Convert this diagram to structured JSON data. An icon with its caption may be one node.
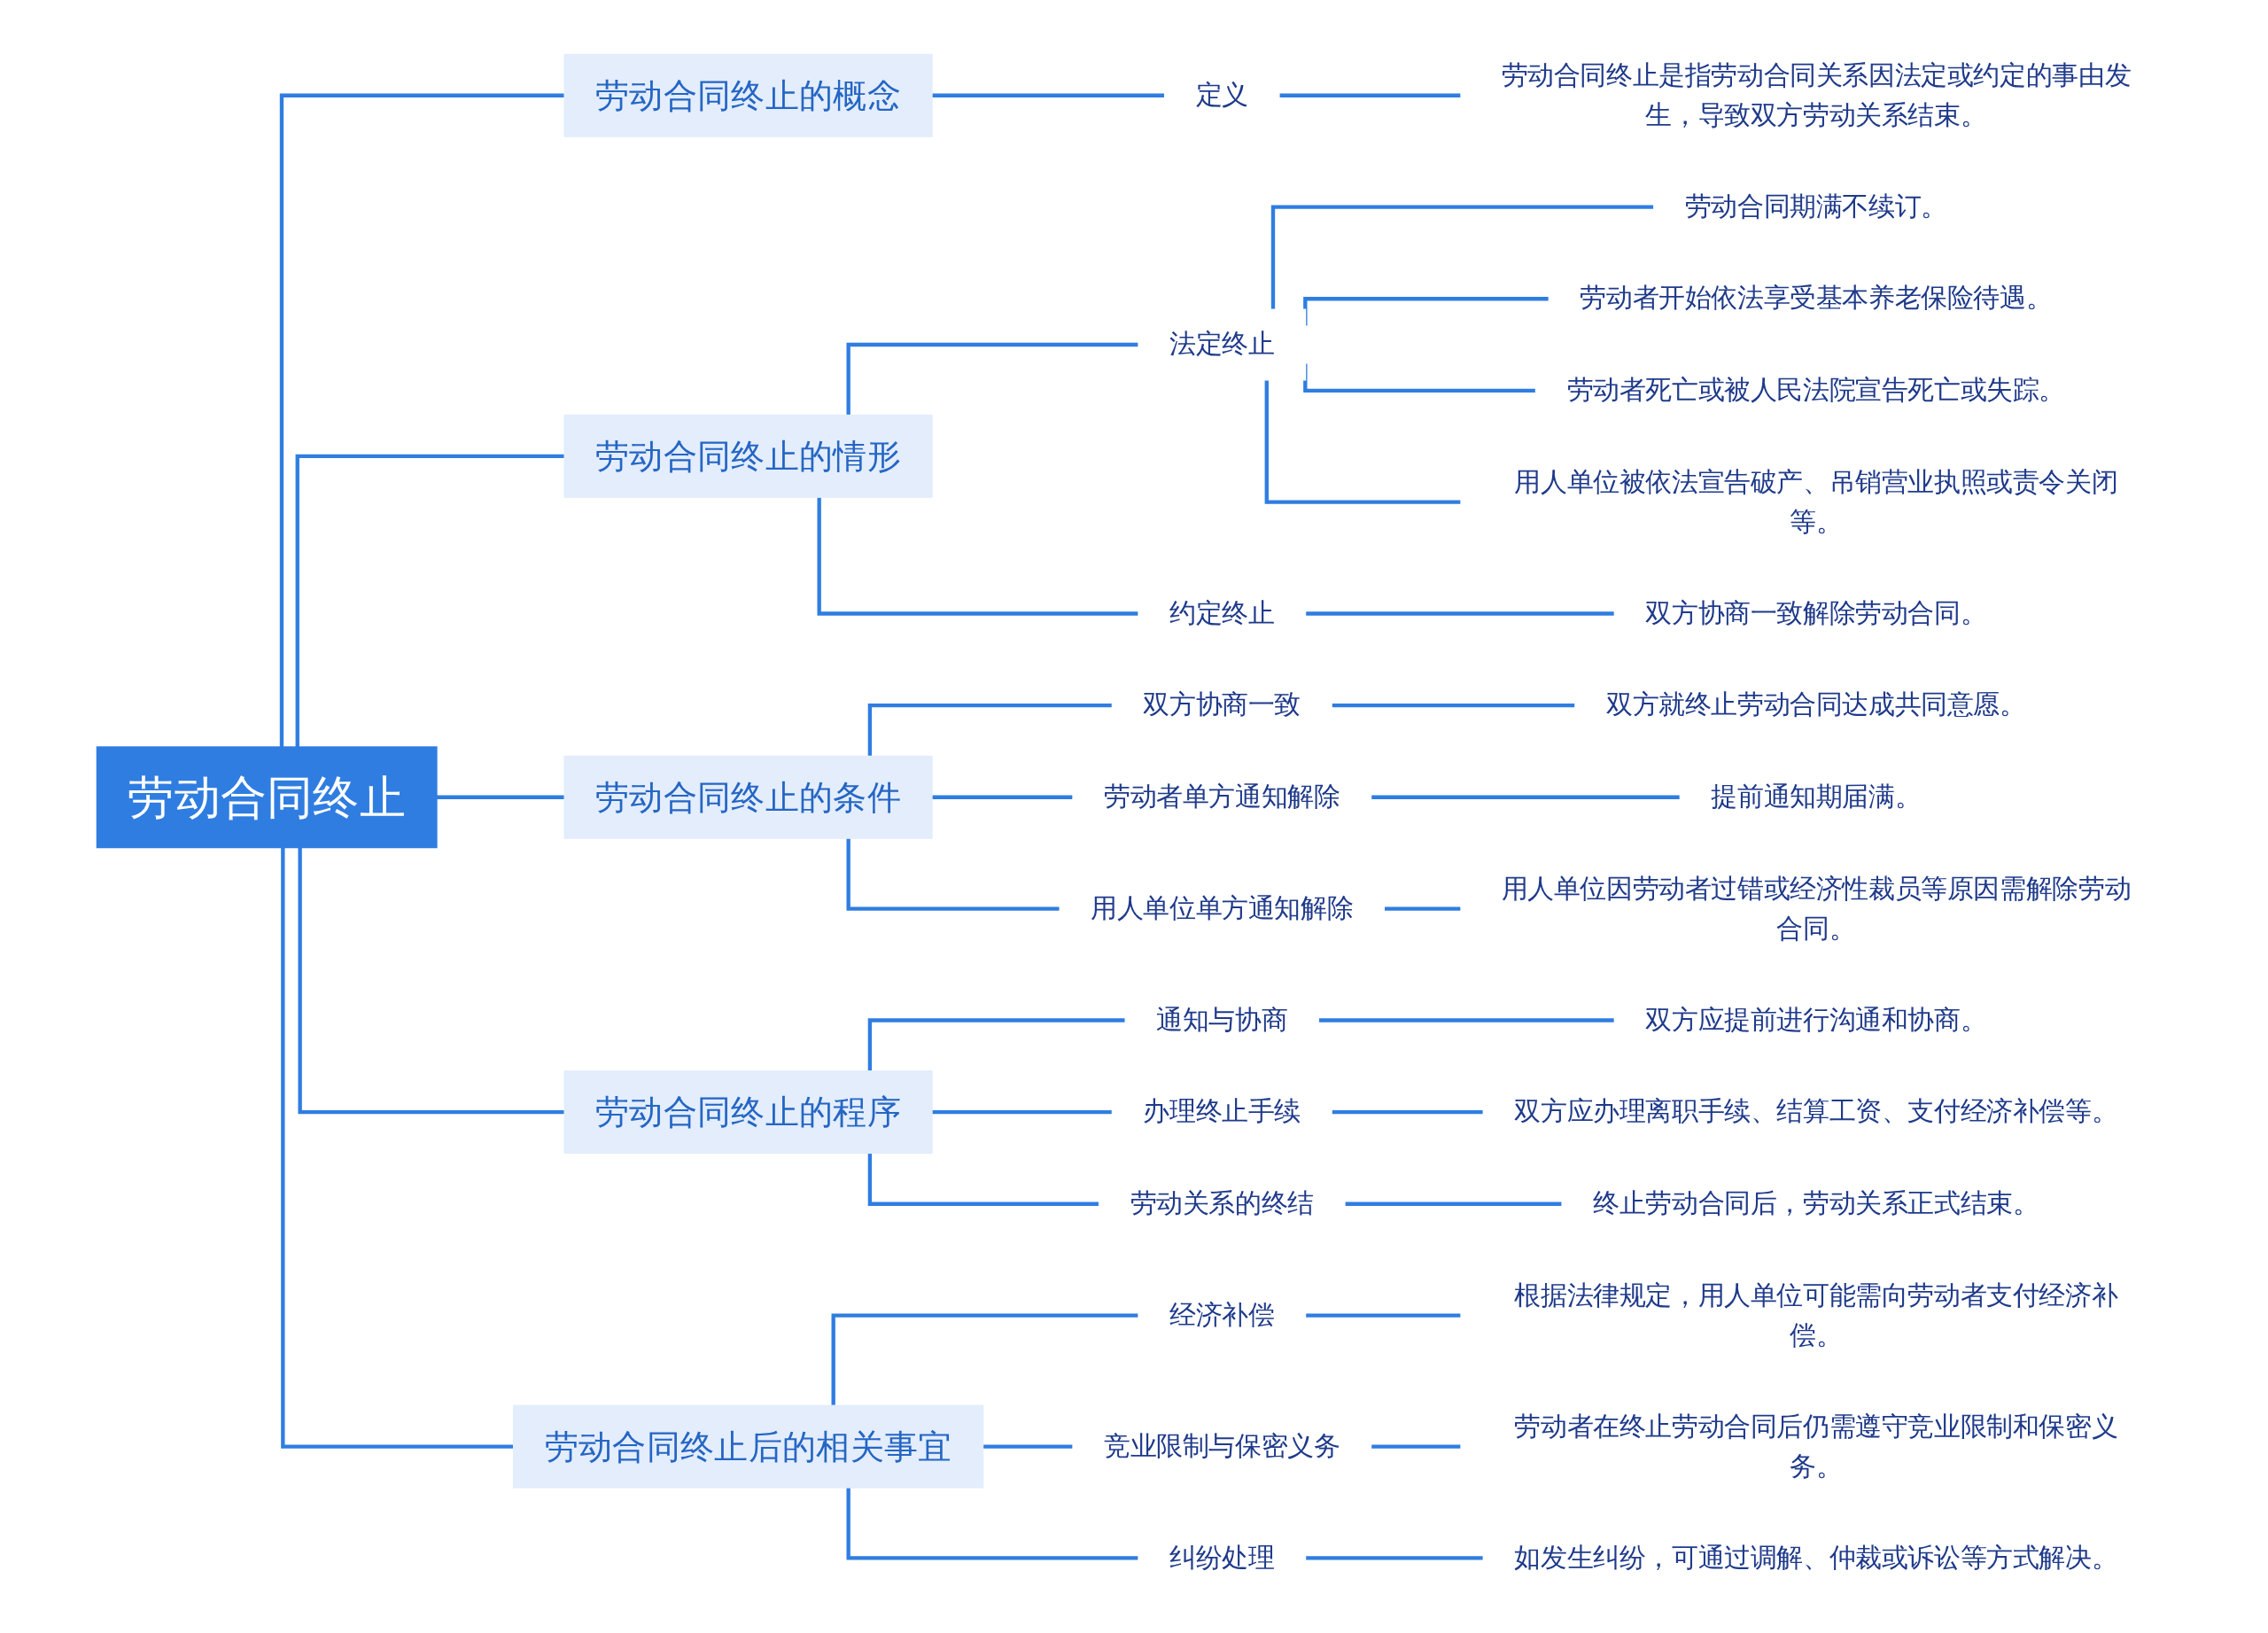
{
  "diagram": {
    "nodes": [
      {
        "text": [
          "劳动合同终止"
        ]
      },
      {
        "text": [
          "劳动合同终止的概念"
        ]
      },
      {
        "text": [
          "定义"
        ]
      },
      {
        "text": [
          "劳动合同终止是指劳动合同关系因法定或约定的事由发生，导致双方劳动关系结束。"
        ]
      },
      {
        "text": [
          "劳动合同终止的情形"
        ]
      },
      {
        "text": [
          "法定终止"
        ]
      },
      {
        "text": [
          "劳动合同期满不续订。"
        ]
      },
      {
        "text": [
          "劳动者开始依法享受基本养老保险待遇。"
        ]
      },
      {
        "text": [
          "劳动者死亡或被人民法院宣告死亡或失踪。"
        ]
      },
      {
        "text": [
          "用人单位被依法宣告破产、吊销营业执照或责令关闭等。"
        ]
      },
      {
        "text": [
          "约定终止"
        ]
      },
      {
        "text": [
          "双方协商一致解除劳动合同。"
        ]
      },
      {
        "text": [
          "劳动合同终止的条件"
        ]
      },
      {
        "text": [
          "双方协商一致"
        ]
      },
      {
        "text": [
          "双方就终止劳动合同达成共同意愿。"
        ]
      },
      {
        "text": [
          "劳动者单方通知解除"
        ]
      },
      {
        "text": [
          "提前通知期届满。"
        ]
      },
      {
        "text": [
          "用人单位单方通知解除"
        ]
      },
      {
        "text": [
          "用人单位因劳动者过错或经济性裁员等原因需解除劳动合同。"
        ]
      },
      {
        "text": [
          "劳动合同终止的程序"
        ]
      },
      {
        "text": [
          "通知与协商"
        ]
      },
      {
        "text": [
          "双方应提前进行沟通和协商。"
        ]
      },
      {
        "text": [
          "办理终止手续"
        ]
      },
      {
        "text": [
          "双方应办理离职手续、结算工资、支付经济补偿等。"
        ]
      },
      {
        "text": [
          "劳动关系的终结"
        ]
      },
      {
        "text": [
          "终止劳动合同后，劳动关系正式结束。"
        ]
      },
      {
        "text": [
          "劳动合同终止后的相关事宜"
        ]
      },
      {
        "text": [
          "经济补偿"
        ]
      },
      {
        "text": [
          "根据法律规定，用人单位可能需向劳动者支付经济补偿。"
        ]
      },
      {
        "text": [
          "竞业限制与保密义务"
        ]
      },
      {
        "text": [
          "劳动者在终止劳动合同后仍需遵守竞业限制和保密义务。"
        ]
      },
      {
        "text": [
          "纠纷处理"
        ]
      },
      {
        "text": [
          "如发生纠纷，可通过调解、仲裁或诉讼等方式解决。"
        ]
      }
    ],
    "edges": [
      {
        "from": 0,
        "to": 1,
        "arrow": "none"
      },
      {
        "from": 1,
        "to": 2,
        "arrow": "none"
      },
      {
        "from": 2,
        "to": 3,
        "arrow": "none"
      },
      {
        "from": 0,
        "to": 4,
        "arrow": "none"
      },
      {
        "from": 4,
        "to": 5,
        "arrow": "none"
      },
      {
        "from": 5,
        "to": 6,
        "arrow": "none"
      },
      {
        "from": 5,
        "to": 7,
        "arrow": "none"
      },
      {
        "from": 5,
        "to": 8,
        "arrow": "none"
      },
      {
        "from": 5,
        "to": 9,
        "arrow": "none"
      },
      {
        "from": 4,
        "to": 10,
        "arrow": "none"
      },
      {
        "from": 10,
        "to": 11,
        "arrow": "none"
      },
      {
        "from": 0,
        "to": 12,
        "arrow": "none"
      },
      {
        "from": 12,
        "to": 13,
        "arrow": "none"
      },
      {
        "from": 13,
        "to": 14,
        "arrow": "none"
      },
      {
        "from": 12,
        "to": 15,
        "arrow": "none"
      },
      {
        "from": 15,
        "to": 16,
        "arrow": "none"
      },
      {
        "from": 12,
        "to": 17,
        "arrow": "none"
      },
      {
        "from": 17,
        "to": 18,
        "arrow": "none"
      },
      {
        "from": 0,
        "to": 19,
        "arrow": "none"
      },
      {
        "from": 19,
        "to": 20,
        "arrow": "none"
      },
      {
        "from": 20,
        "to": 21,
        "arrow": "none"
      },
      {
        "from": 19,
        "to": 22,
        "arrow": "none"
      },
      {
        "from": 22,
        "to": 23,
        "arrow": "none"
      },
      {
        "from": 19,
        "to": 24,
        "arrow": "none"
      },
      {
        "from": 24,
        "to": 25,
        "arrow": "none"
      },
      {
        "from": 0,
        "to": 26,
        "arrow": "none"
      },
      {
        "from": 26,
        "to": 27,
        "arrow": "none"
      },
      {
        "from": 27,
        "to": 28,
        "arrow": "none"
      },
      {
        "from": 26,
        "to": 29,
        "arrow": "none"
      },
      {
        "from": 29,
        "to": 30,
        "arrow": "none"
      },
      {
        "from": 26,
        "to": 31,
        "arrow": "none"
      },
      {
        "from": 31,
        "to": 32,
        "arrow": "none"
      }
    ]
  }
}
